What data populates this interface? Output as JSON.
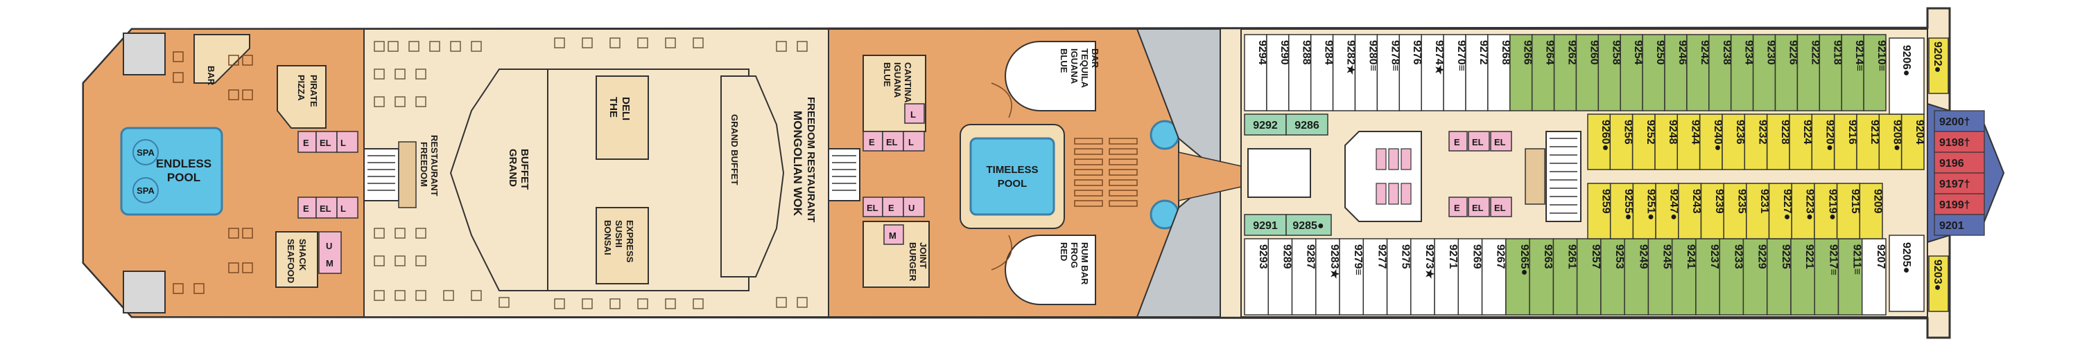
{
  "venues": {
    "bar": "BAR",
    "pizza_pirate": "PIZZA PIRATE",
    "endless_pool": "ENDLESS POOL",
    "spa": "SPA",
    "seafood_shack": "SEAFOOD SHACK",
    "freedom_restaurant": "FREEDOM RESTAURANT",
    "the_deli": "THE DELI",
    "grand_buffet": "GRAND BUFFET",
    "bonsai_sushi_express": "BONSAI SUSHI EXPRESS",
    "mongolian_wok": "MONGOLIAN WOK",
    "freedom_restaurant_2": "FREEDOM RESTAURANT",
    "grand_buffet_2": "GRAND BUFFET",
    "blue_iguana_cantina": "BLUE IGUANA CANTINA",
    "blue_iguana_tequila_bar": "BLUE IGUANA TEQUILA BAR",
    "timeless_pool": "TIMELESS POOL",
    "burger_joint": "BURGER JOINT",
    "red_frog_rum_bar": "RED FROG RUM BAR"
  },
  "restroom_labels": {
    "e": "E",
    "l": "L",
    "el": "EL",
    "u": "U",
    "m": "M"
  },
  "cabins": {
    "top_row": [
      "9294",
      "9290",
      "9288",
      "9284",
      "9282★",
      "9280≡",
      "9278≡",
      "9276",
      "9274★",
      "9270≡",
      "9272",
      "9268",
      "9266",
      "9264",
      "9262",
      "9260",
      "9258",
      "9254",
      "9250",
      "9246",
      "9242",
      "9238",
      "9234",
      "9230",
      "9226",
      "9222",
      "9218",
      "9214≡",
      "9210≡"
    ],
    "bottom_row": [
      "9293",
      "9289",
      "9287",
      "9283★",
      "9279≡",
      "9277",
      "9275",
      "9273★",
      "9271",
      "9269",
      "9267",
      "9265●",
      "9263",
      "9261",
      "9257",
      "9253",
      "9249",
      "9245",
      "9241",
      "9237",
      "9233",
      "9229",
      "9225",
      "9221",
      "9217≡",
      "9211≡",
      "9207"
    ],
    "upper_middle_row": [
      "9260●",
      "9256",
      "9252",
      "9248",
      "9244",
      "9240●",
      "9236",
      "9232",
      "9228",
      "9224",
      "9220●",
      "9216",
      "9212",
      "9208●",
      "9204"
    ],
    "lower_middle_row": [
      "9259",
      "9255●",
      "9251●",
      "9247●",
      "9243",
      "9239",
      "9235",
      "9231",
      "9227●",
      "9223●",
      "9219●",
      "9215",
      "9209"
    ],
    "green_top": [
      "9292",
      "9286"
    ],
    "green_bottom": [
      "9291",
      "9285●"
    ],
    "aft_single_top": "9206●",
    "aft_single_bottom": "9205●",
    "stern_top": "9202●",
    "stern_bottom": "9203●",
    "stern_block": [
      "9200†",
      "9198†",
      "9196",
      "9197†",
      "9199†",
      "9201"
    ]
  },
  "colors": {
    "open_deck": "#e8a56b",
    "open_deck_dark": "#d9884c",
    "venue_beige": "#f3ddb4",
    "interior_beige": "#f6e6c9",
    "pool": "#5fc3e6",
    "pool_rim": "#3a7fa8",
    "cabin_white": "#ffffff",
    "cabin_green": "#9cc26b",
    "cabin_yellow": "#efe04a",
    "cabin_red": "#d9545d",
    "cabin_blue": "#5b6fb0",
    "mint": "#9ed6b3",
    "restroom_pink": "#f2b8cf",
    "gray_hull": "#c2c7cc"
  }
}
